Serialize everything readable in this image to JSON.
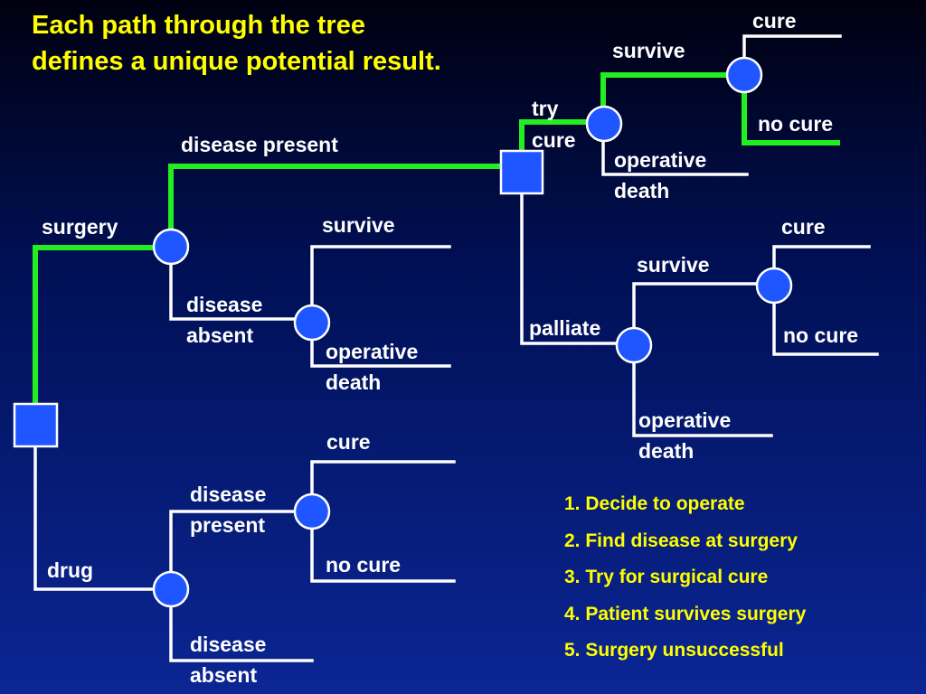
{
  "title": "Each path through the tree defines a unique potential result.",
  "labels": {
    "surgery": "surgery",
    "drug": "drug",
    "disease_present": "disease present",
    "disease_absent_1": "disease",
    "disease_absent_2": "absent",
    "try_cure_1": "try",
    "try_cure_2": "cure",
    "palliate": "palliate",
    "tc_survive": "survive",
    "tc_cure": "cure",
    "tc_no_cure": "no cure",
    "tc_op_death_1": "operative",
    "tc_op_death_2": "death",
    "pal_survive": "survive",
    "pal_cure": "cure",
    "pal_no_cure": "no cure",
    "pal_op_death_1": "operative",
    "pal_op_death_2": "death",
    "da_survive": "survive",
    "da_op_death_1": "operative",
    "da_op_death_2": "death",
    "drug_dp_1": "disease",
    "drug_dp_2": "present",
    "drug_cure": "cure",
    "drug_no_cure": "no cure",
    "drug_da_1": "disease",
    "drug_da_2": "absent"
  },
  "steps": [
    "1. Decide to operate",
    "2. Find disease at surgery",
    "3. Try for surgical cure",
    "4. Patient survives surgery",
    "5. Surgery unsuccessful"
  ],
  "colors": {
    "title": "#ffff00",
    "highlight_path": "#22ee22",
    "line": "#ffffff",
    "node_fill": "#1f56ff",
    "node_stroke": "#ffffff"
  }
}
